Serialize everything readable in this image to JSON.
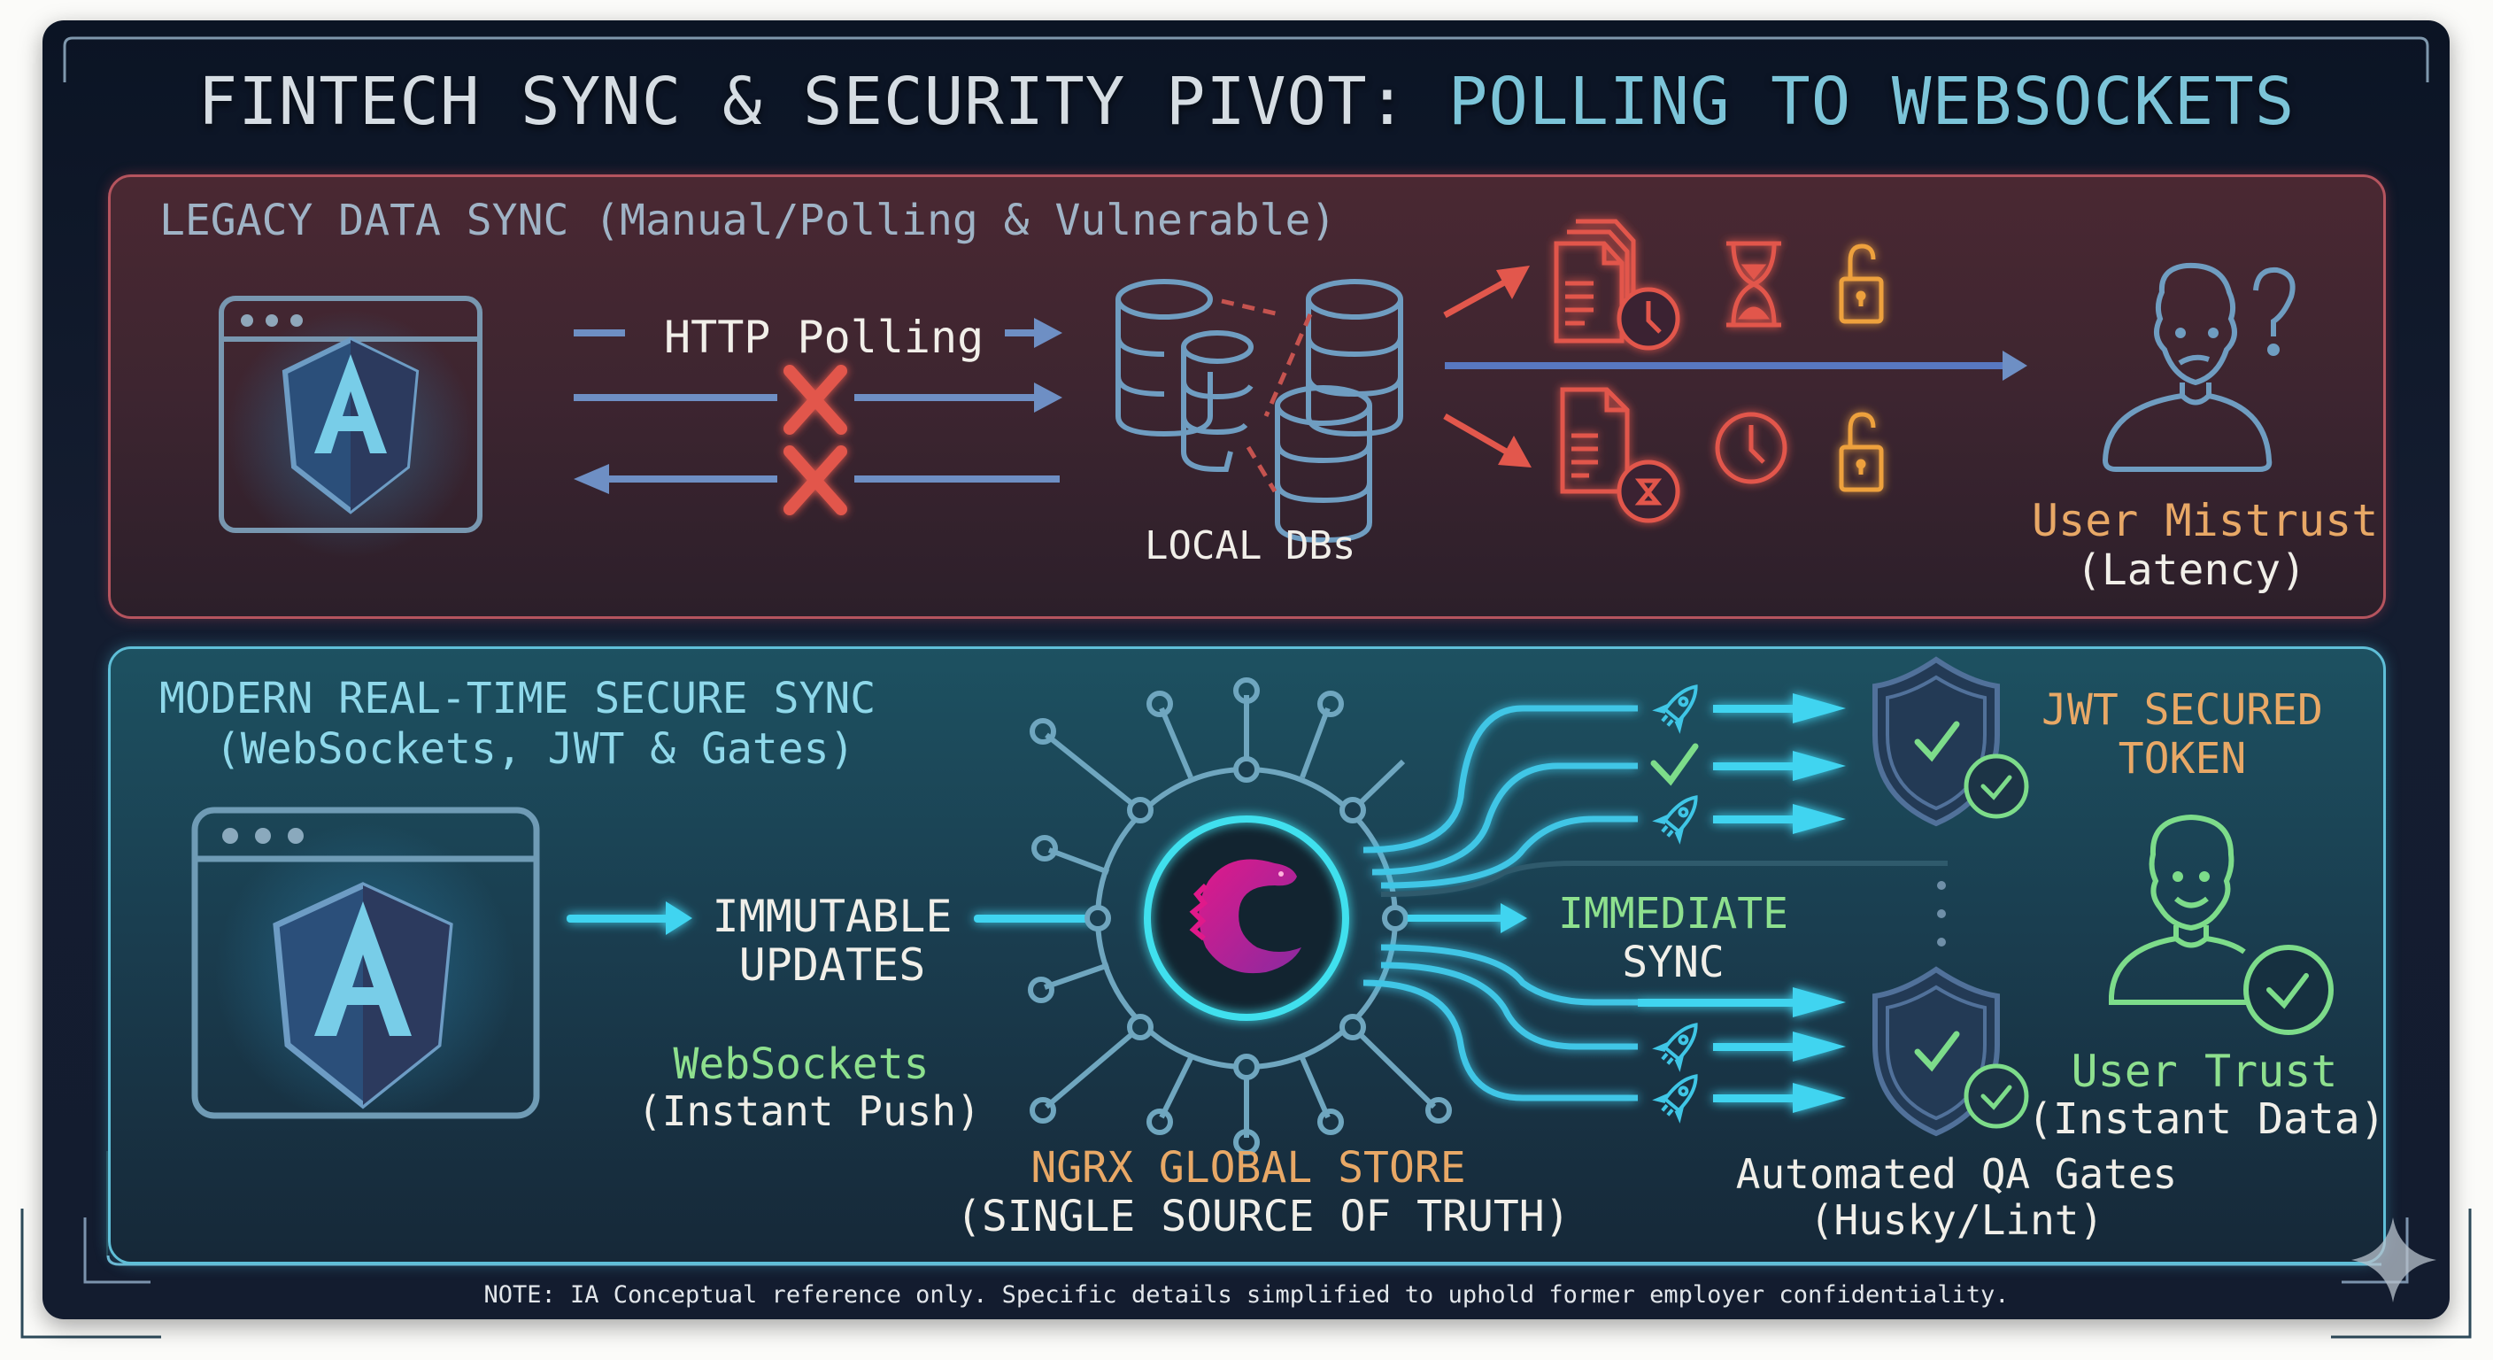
{
  "title": {
    "prefix": "FINTECH SYNC & SECURITY PIVOT:",
    "highlight": "POLLING TO WEBSOCKETS"
  },
  "legacy": {
    "heading": "LEGACY DATA SYNC (Manual/Polling & Vulnerable)",
    "client_icon": "angular-browser-icon",
    "protocol_label": "HTTP Polling",
    "db_label": "LOCAL DBs",
    "outcome_title": "User Mistrust",
    "outcome_subtitle": "(Latency)",
    "icons": [
      "stale-documents-icon",
      "hourglass-icon",
      "unlocked-padlock-icon",
      "document-timeout-icon",
      "clock-icon",
      "unlocked-padlock-icon",
      "confused-user-icon"
    ]
  },
  "modern": {
    "heading_line1": "MODERN REAL-TIME SECURE SYNC",
    "heading_line2": "(WebSockets, JWT & Gates)",
    "client_icon": "angular-browser-icon",
    "flow_line1": "IMMUTABLE",
    "flow_line2": "UPDATES",
    "transport_title": "WebSockets",
    "transport_subtitle": "(Instant Push)",
    "store_title": "NGRX GLOBAL STORE",
    "store_subtitle": "(SINGLE SOURCE OF TRUTH)",
    "sync_line1": "IMMEDIATE",
    "sync_line2": "SYNC",
    "token_line1": "JWT SECURED",
    "token_line2": "TOKEN",
    "gates_title": "Automated QA Gates",
    "gates_subtitle": "(Husky/Lint)",
    "outcome_title": "User Trust",
    "outcome_subtitle": "(Instant Data)",
    "icons": [
      "ngrx-logo-icon",
      "rocket-icon",
      "check-icon",
      "shield-check-icon",
      "happy-user-check-icon"
    ]
  },
  "footer": {
    "note": "NOTE: IA Conceptual reference only. Specific details simplified to uphold former employer confidentiality."
  },
  "colors": {
    "background": "#131c2f",
    "legacy_border": "#b5545e",
    "modern_border": "#5fbfd8",
    "accent_cyan": "#3fd4f0",
    "alert_red": "#e2574c",
    "warn_orange": "#e8a866",
    "ok_green": "#7ddc8a",
    "ngrx_pink": "#e0198a"
  }
}
